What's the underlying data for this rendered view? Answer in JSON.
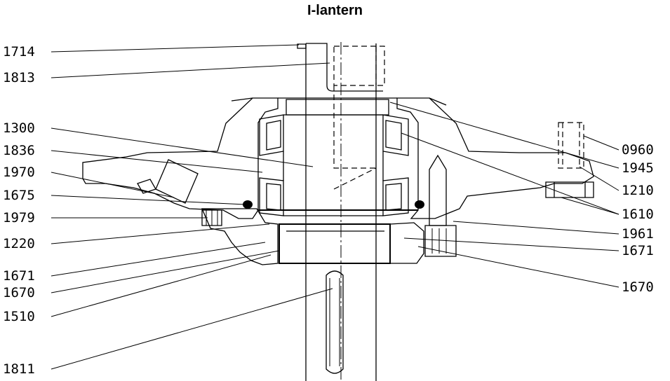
{
  "title": "I-lantern",
  "labels_left": [
    {
      "id": "l1714",
      "text": "1714"
    },
    {
      "id": "l1813",
      "text": "1813"
    },
    {
      "id": "l1300",
      "text": "1300"
    },
    {
      "id": "l1836",
      "text": "1836"
    },
    {
      "id": "l1970",
      "text": "1970"
    },
    {
      "id": "l1675",
      "text": "1675"
    },
    {
      "id": "l1979",
      "text": "1979"
    },
    {
      "id": "l1220",
      "text": "1220"
    },
    {
      "id": "l1671",
      "text": "1671"
    },
    {
      "id": "l1670",
      "text": "1670"
    },
    {
      "id": "l1510",
      "text": "1510"
    },
    {
      "id": "l1811",
      "text": "1811"
    }
  ],
  "labels_right": [
    {
      "id": "r0960",
      "text": "0960"
    },
    {
      "id": "r1945",
      "text": "1945"
    },
    {
      "id": "r1210",
      "text": "1210"
    },
    {
      "id": "r1610",
      "text": "1610"
    },
    {
      "id": "r1961",
      "text": "1961"
    },
    {
      "id": "r1671",
      "text": "1671"
    },
    {
      "id": "r1670",
      "text": "1670"
    }
  ]
}
